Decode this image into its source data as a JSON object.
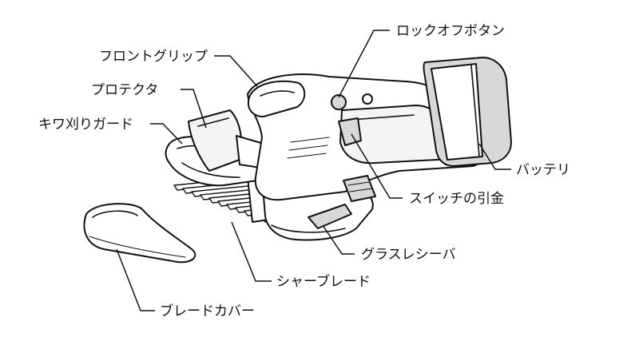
{
  "labels": {
    "lock_off_button": "ロックオフボタン",
    "front_grip": "フロントグリップ",
    "protector": "プロテクタ",
    "grass_guard": "キワ刈りガード",
    "battery": "バッテリ",
    "switch_trigger": "スイッチの引金",
    "grass_receiver": "グラスレシーバ",
    "shear_blade": "シャーブレード",
    "blade_cover": "ブレードカバー"
  }
}
